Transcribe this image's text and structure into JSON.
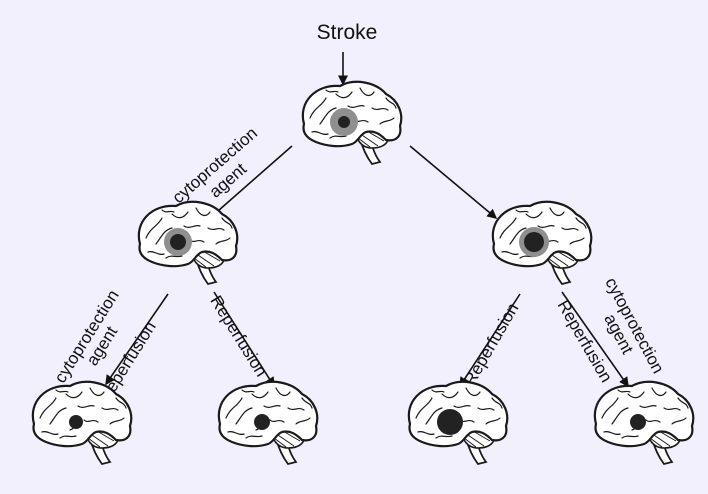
{
  "diagram": {
    "title": "Stroke",
    "edge_labels": {
      "root_left_line1": "cytoprotection",
      "root_left_line2": "agent",
      "l1_left_line1": "cytoprotection",
      "l1_left_line2": "agent",
      "l1_left_line3": "Reperfusion",
      "l1_right": "Reperfusion",
      "r1_left": "Reperfusion",
      "r1_mid": "Reperfusion",
      "r1_right_line1": "cytoprotection",
      "r1_right_line2": "agent"
    },
    "colors": {
      "background": "#f2f0fd",
      "lesion_core": "#222222",
      "penumbra": "#8f8f8f",
      "line": "#111111"
    },
    "nodes": [
      {
        "id": "stroke",
        "lesion": "core-with-penumbra"
      },
      {
        "id": "cytoprotection",
        "lesion": "core-with-penumbra"
      },
      {
        "id": "no-treatment",
        "lesion": "core-with-penumbra"
      },
      {
        "id": "cytoprotection-then-reperfusion",
        "lesion": "small-core"
      },
      {
        "id": "cytoprotection-reperfusion",
        "lesion": "small-core"
      },
      {
        "id": "reperfusion-only",
        "lesion": "large-core"
      },
      {
        "id": "reperfusion-then-cytoprotection",
        "lesion": "small-core"
      }
    ]
  }
}
